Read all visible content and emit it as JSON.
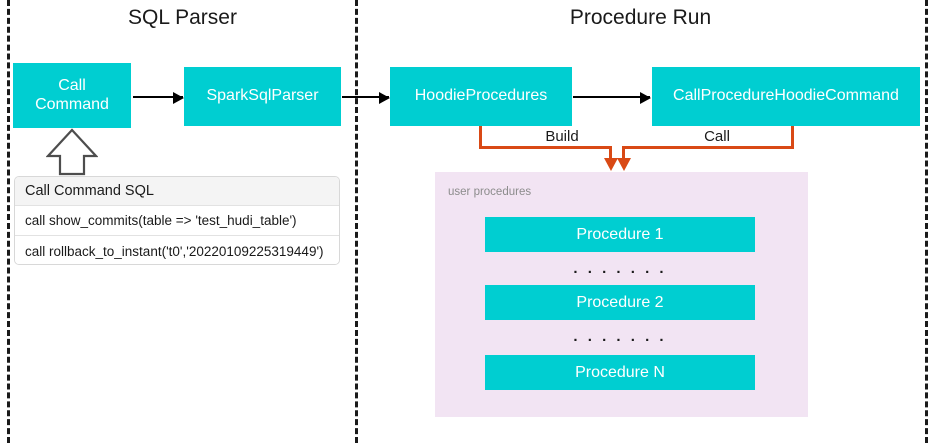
{
  "diagram": {
    "title_left": "SQL Parser",
    "title_right": "Procedure Run",
    "colors": {
      "teal": "#00CED1",
      "orange": "#D94915",
      "panel_purple": "#F2E4F3",
      "divider": "#1A1A1A",
      "text_on_teal": "#FFFFFF"
    }
  },
  "sql_parser": {
    "nodes": {
      "call_command": "Call\nCommand",
      "spark_sql_parser": "SparkSqlParser"
    },
    "sql_table": {
      "header": "Call Command SQL",
      "rows": [
        "call show_commits(table => 'test_hudi_table')",
        "call rollback_to_instant('t0','20220109225319449')"
      ]
    }
  },
  "procedure_run": {
    "nodes": {
      "hoodie_procedures": "HoodieProcedures",
      "call_procedure_hoodie_command": "CallProcedureHoodieCommand"
    },
    "edges": {
      "build_label": "Build",
      "call_label": "Call"
    },
    "user_procedures": {
      "panel_label": "user procedures",
      "items": [
        "Procedure 1",
        "Procedure 2",
        "Procedure N"
      ],
      "ellipsis": ". . . . . . ."
    }
  }
}
